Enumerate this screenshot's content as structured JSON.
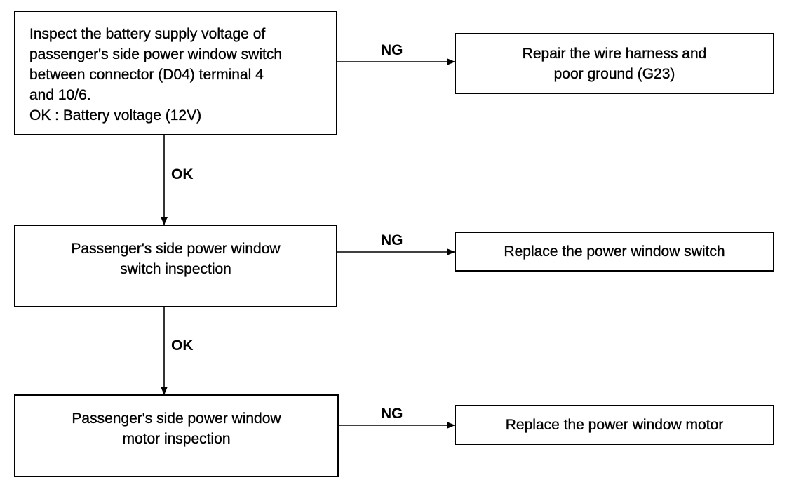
{
  "steps": [
    {
      "lines": [
        "Inspect the battery supply voltage of",
        "passenger's side power window switch",
        "between connector (D04) terminal 4",
        "and 10/6.",
        "OK : Battery voltage (12V)"
      ],
      "ng_label": "NG",
      "ng_action": [
        "Repair the wire harness and",
        "poor ground (G23)"
      ]
    },
    {
      "lines": [
        "Passenger's side power window",
        "switch inspection"
      ],
      "ng_label": "NG",
      "ng_action": [
        "Replace the power window switch"
      ]
    },
    {
      "lines": [
        "Passenger's side power window",
        "motor inspection"
      ],
      "ng_label": "NG",
      "ng_action": [
        "Replace the power window motor"
      ]
    }
  ],
  "ok_labels": [
    "OK",
    "OK"
  ]
}
